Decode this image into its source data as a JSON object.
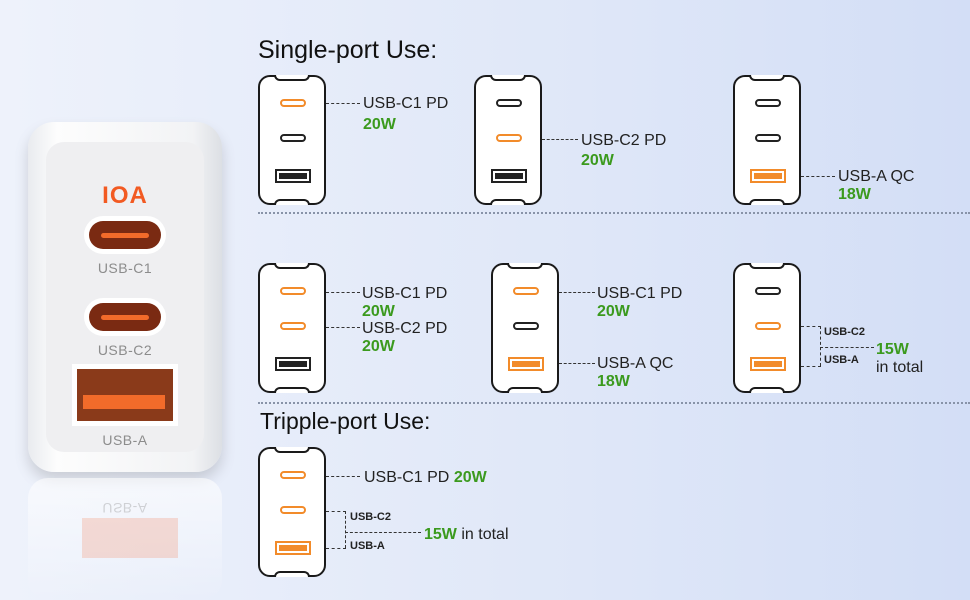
{
  "product": {
    "logo": "IOA",
    "port_labels": [
      "USB-C1",
      "USB-C2",
      "USB-A"
    ],
    "reflection_label": "USB-A"
  },
  "sections": {
    "single_title": "Single-port Use:",
    "triple_title": "Tripple-port Use:"
  },
  "single": [
    {
      "ports": [
        true,
        false,
        false
      ],
      "label": "USB-C1 PD",
      "watt": "20W"
    },
    {
      "ports": [
        false,
        true,
        false
      ],
      "label": "USB-C2 PD",
      "watt": "20W"
    },
    {
      "ports": [
        false,
        false,
        true
      ],
      "label": "USB-A QC",
      "watt": "18W"
    }
  ],
  "dual": [
    {
      "ports": [
        true,
        true,
        false
      ],
      "labels": [
        {
          "label": "USB-C1 PD",
          "watt": "20W"
        },
        {
          "label": "USB-C2 PD",
          "watt": "20W"
        }
      ]
    },
    {
      "ports": [
        true,
        false,
        true
      ],
      "labels": [
        {
          "label": "USB-C1 PD",
          "watt": "20W"
        },
        {
          "label": "USB-A QC",
          "watt": "18W"
        }
      ]
    },
    {
      "ports": [
        false,
        true,
        true
      ],
      "small": [
        "USB-C2",
        "USB-A"
      ],
      "watt": "15W",
      "suffix": "in total"
    }
  ],
  "triple": {
    "ports": [
      true,
      true,
      true
    ],
    "label": "USB-C1 PD",
    "watt": "20W",
    "small": [
      "USB-C2",
      "USB-A"
    ],
    "shared_watt": "15W",
    "suffix": "in total"
  },
  "colors": {
    "active": "#f28b2a",
    "watt": "#3b9a1e",
    "brand": "#f25a22"
  }
}
